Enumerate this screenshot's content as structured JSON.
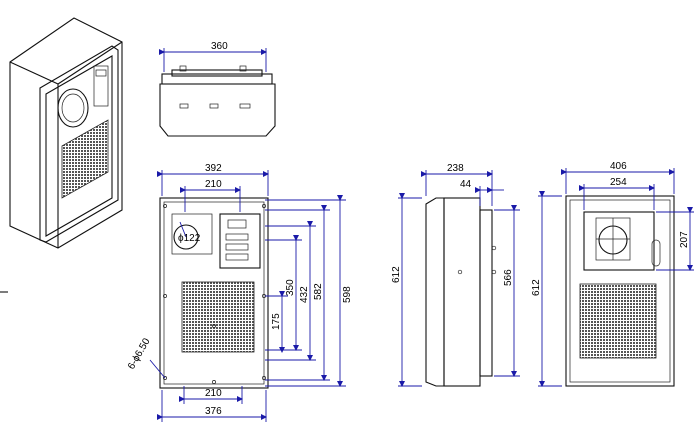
{
  "drawing": {
    "top_view": {
      "width": "360"
    },
    "front_view": {
      "overall_width": "392",
      "top_inner_width": "210",
      "bottom_width": "210",
      "bottom_overall_width": "376",
      "fan_diameter": "ϕ122",
      "hole_spec": "6-ϕ6.50",
      "heights": [
        "350",
        "432",
        "582",
        "598"
      ],
      "lower_height": "175"
    },
    "side_view": {
      "depth": "238",
      "flange": "44",
      "height": "612",
      "inner_height": "566"
    },
    "back_view": {
      "width": "406",
      "inner_width": "254",
      "height": "612",
      "panel_height": "207"
    }
  },
  "colors": {
    "dimension_line": "#1a1aa8",
    "outline": "#111111"
  }
}
